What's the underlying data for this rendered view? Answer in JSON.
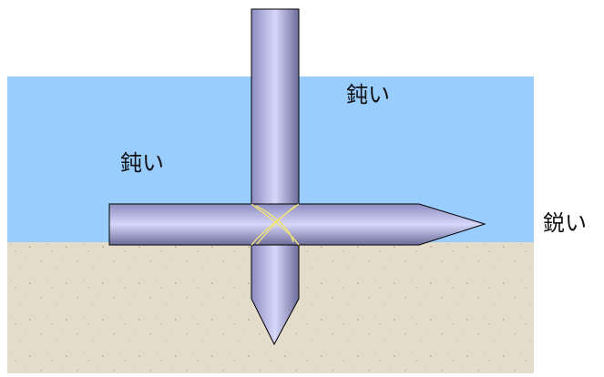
{
  "labels": {
    "water_upper_right": "鈍い",
    "water_left": "鈍い",
    "tip_right": "鋭い"
  },
  "colors": {
    "water": "#99ccff",
    "ground": "#e4ddcc",
    "rod_light": "#ccccf5",
    "rod_dark": "#7777a6",
    "rod_outline": "#000000",
    "crossing_lines": "#f0e27a"
  }
}
